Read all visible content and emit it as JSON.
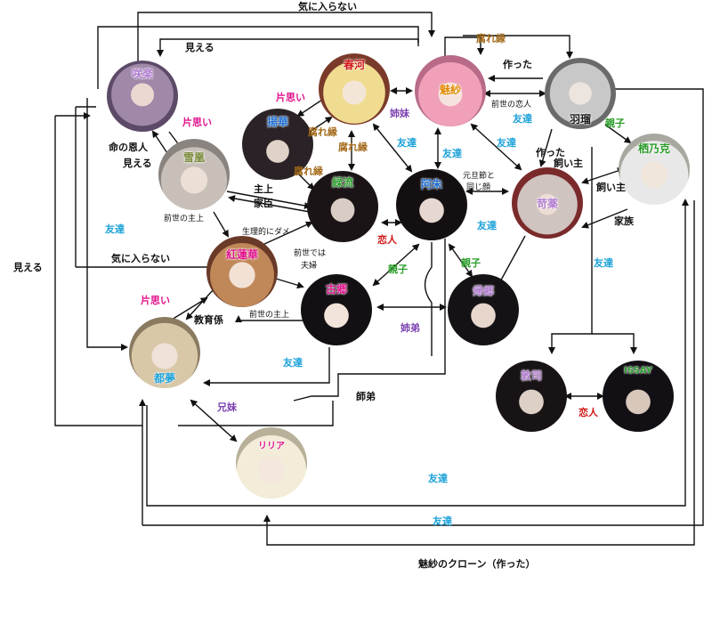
{
  "colors": {
    "black": "#111111",
    "blue": "#1fa3d8",
    "magenta": "#e0138c",
    "brown": "#a36a1a",
    "green": "#2a9d2a",
    "purple": "#7a3fb0",
    "red": "#d01818"
  },
  "nodes": [
    {
      "key": "n1",
      "name": "咲楽",
      "name_color": "#b07ad0"
    },
    {
      "key": "n2",
      "name": "春河",
      "name_color": "#d01818"
    },
    {
      "key": "n3",
      "name": "魅紗",
      "name_color": "#e08a00"
    },
    {
      "key": "n4",
      "name": "羽瑠",
      "name_color": "#1a1a1a"
    },
    {
      "key": "n5",
      "name": "揚華",
      "name_color": "#1f6fd0"
    },
    {
      "key": "n6",
      "name": "雪凰",
      "name_color": "#7a8a3a"
    },
    {
      "key": "n7",
      "name": "緑流",
      "name_color": "#2a9d2a"
    },
    {
      "key": "n8",
      "name": "阿朱",
      "name_color": "#1f6fd0"
    },
    {
      "key": "n9",
      "name": "苛薬",
      "name_color": "#b07ad0"
    },
    {
      "key": "n10",
      "name": "栖乃克",
      "name_color": "#2a9d2a"
    },
    {
      "key": "n11",
      "name": "紅蓮華",
      "name_color": "#e0138c"
    },
    {
      "key": "n12",
      "name": "古郷",
      "name_color": "#e0138c"
    },
    {
      "key": "n13",
      "name": "帰郷",
      "name_color": "#b07ad0"
    },
    {
      "key": "n14",
      "name": "都夢",
      "name_color": "#1fa3d8"
    },
    {
      "key": "n15",
      "name": "敦司",
      "name_color": "#b07ad0"
    },
    {
      "key": "n16",
      "name": "ISSAY",
      "name_color": "#2a9d2a"
    },
    {
      "key": "n17",
      "name": "リリア",
      "name_color": "#e0138c"
    }
  ],
  "labels": {
    "kini_top": "気に入らない",
    "mieru_top": "見える",
    "kusareen_top": "腐れ縁",
    "tsukutta_top": "作った",
    "kataomoi_a": "片思い",
    "kataomoi_b": "片思い",
    "kataomoi_c": "片思い",
    "shimai": "姉妹",
    "zense_koibito": "前世の恋人",
    "tomodachi_1": "友達",
    "oyako_1": "親子",
    "kusareen_2": "腐れ縁",
    "kusareen_3": "腐れ縁",
    "kusareen_4": "腐れ縁",
    "tomodachi_2": "友達",
    "tomodachi_3": "友達",
    "tomodachi_4": "友達",
    "tsukutta_2": "作った",
    "kaishu_1": "飼い主",
    "kaishu_2": "飼い主",
    "inochi_1": "命の恩人",
    "inochi_2": "見える",
    "shujou": "主上",
    "kashin": "家臣",
    "ganjitsu_1": "元旦節と",
    "ganjitsu_2": "同じ顔",
    "tomodachi_left": "友達",
    "zense_shujou_1": "前世の主上",
    "seiriteki": "生理的にダメ",
    "koibito_1": "恋人",
    "tomodachi_5": "友達",
    "kazoku": "家族",
    "mieru_left": "見える",
    "kini_mid": "気に入らない",
    "zense_fuufu_1": "前世では",
    "zense_fuufu_2": "夫婦",
    "oyako_2": "親子",
    "oyako_3": "親子",
    "tomodachi_6": "友達",
    "kyouikugakari": "教育係",
    "zense_shujou_2": "前世の主上",
    "shitei_kyoudai": "姉弟",
    "tomodachi_7": "友達",
    "shitei": "師弟",
    "koibito_2": "恋人",
    "kyoudai": "兄妹",
    "tomodachi_8": "友達",
    "tomodachi_9": "友達",
    "clone": "魅紗のクローン（作った）"
  }
}
